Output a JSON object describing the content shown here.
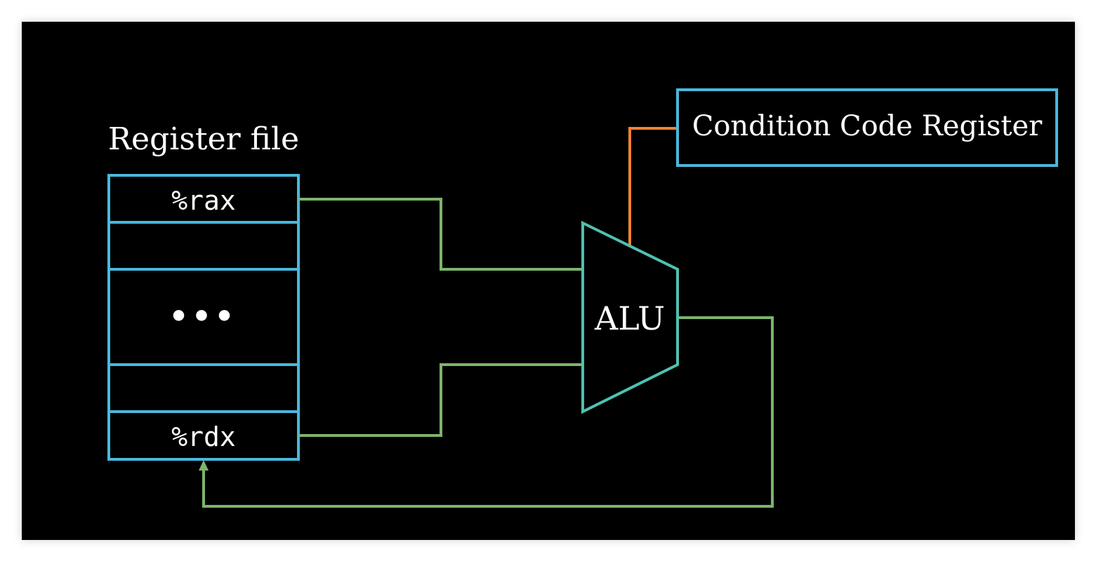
{
  "colors": {
    "background": "#000000",
    "register_border": "#4ab8dd",
    "data_wire": "#7db46c",
    "flag_wire": "#ef8133",
    "alu_border": "#4fc1b0",
    "text": "#ffffff"
  },
  "register_file": {
    "title": "Register file",
    "rows": [
      "%rax",
      "",
      "•••",
      "",
      "%rdx"
    ]
  },
  "alu": {
    "label": "ALU"
  },
  "condition_code_register": {
    "label": "Condition Code Register"
  }
}
